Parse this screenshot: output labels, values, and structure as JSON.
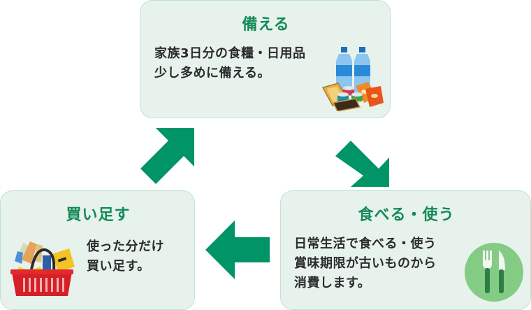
{
  "diagram": {
    "type": "cycle",
    "accent_color": "#009466",
    "title_color": "#138a57",
    "box_bg": "#e7f2ec",
    "box_border": "#bfe3cf",
    "steps": [
      {
        "id": "prepare",
        "title": "備える",
        "lines": [
          "家族3日分の食糧・日用品",
          "少し多めに備える。"
        ],
        "icon": "water-bottles-and-canned-food-icon"
      },
      {
        "id": "eat-use",
        "title": "食べる・使う",
        "lines": [
          "日常生活で食べる・使う",
          "賞味期限が古いものから",
          "消費します。"
        ],
        "icon": "fork-and-knife-icon"
      },
      {
        "id": "buy",
        "title": "買い足す",
        "lines": [
          "使った分だけ",
          "買い足す。"
        ],
        "icon": "shopping-basket-icon"
      }
    ],
    "arrows": [
      {
        "from": "prepare",
        "to": "eat-use",
        "direction": "down-right"
      },
      {
        "from": "eat-use",
        "to": "buy",
        "direction": "left"
      },
      {
        "from": "buy",
        "to": "prepare",
        "direction": "up-right"
      }
    ]
  }
}
